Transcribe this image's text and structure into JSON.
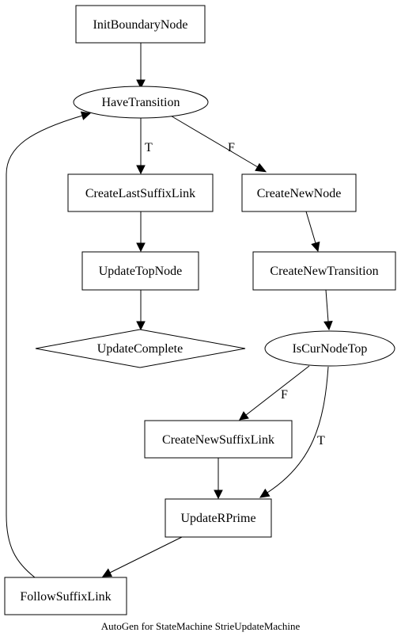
{
  "diagram": {
    "caption": "AutoGen for StateMachine StrieUpdateMachine",
    "nodes": {
      "init": {
        "label": "InitBoundaryNode",
        "shape": "box"
      },
      "have": {
        "label": "HaveTransition",
        "shape": "ellipse"
      },
      "createLast": {
        "label": "CreateLastSuffixLink",
        "shape": "box"
      },
      "createNewNode": {
        "label": "CreateNewNode",
        "shape": "box"
      },
      "updateTop": {
        "label": "UpdateTopNode",
        "shape": "box"
      },
      "createNewTransition": {
        "label": "CreateNewTransition",
        "shape": "box"
      },
      "updateComplete": {
        "label": "UpdateComplete",
        "shape": "diamond"
      },
      "isCurTop": {
        "label": "IsCurNodeTop",
        "shape": "ellipse"
      },
      "createNewSuffix": {
        "label": "CreateNewSuffixLink",
        "shape": "box"
      },
      "updateRPrime": {
        "label": "UpdateRPrime",
        "shape": "box"
      },
      "follow": {
        "label": "FollowSuffixLink",
        "shape": "box"
      }
    },
    "edges": [
      {
        "from": "InitBoundaryNode",
        "to": "HaveTransition",
        "label": ""
      },
      {
        "from": "HaveTransition",
        "to": "CreateLastSuffixLink",
        "label": "T"
      },
      {
        "from": "HaveTransition",
        "to": "CreateNewNode",
        "label": "F"
      },
      {
        "from": "CreateLastSuffixLink",
        "to": "UpdateTopNode",
        "label": ""
      },
      {
        "from": "UpdateTopNode",
        "to": "UpdateComplete",
        "label": ""
      },
      {
        "from": "CreateNewNode",
        "to": "CreateNewTransition",
        "label": ""
      },
      {
        "from": "CreateNewTransition",
        "to": "IsCurNodeTop",
        "label": ""
      },
      {
        "from": "IsCurNodeTop",
        "to": "CreateNewSuffixLink",
        "label": "F"
      },
      {
        "from": "IsCurNodeTop",
        "to": "UpdateRPrime",
        "label": "T"
      },
      {
        "from": "CreateNewSuffixLink",
        "to": "UpdateRPrime",
        "label": ""
      },
      {
        "from": "UpdateRPrime",
        "to": "FollowSuffixLink",
        "label": ""
      },
      {
        "from": "FollowSuffixLink",
        "to": "HaveTransition",
        "label": ""
      }
    ]
  }
}
